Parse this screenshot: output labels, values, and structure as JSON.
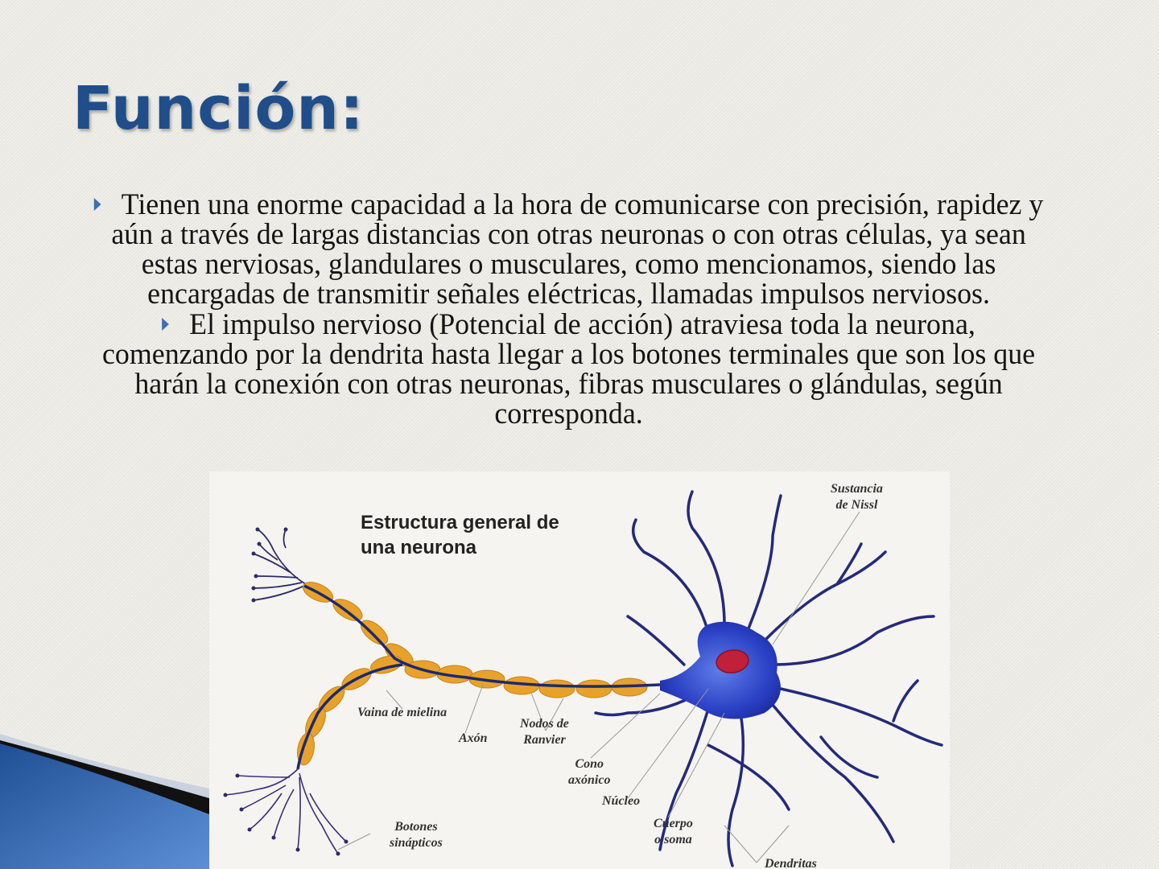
{
  "slide": {
    "title": "Función:",
    "bullets": [
      {
        "text": "Tienen una enorme capacidad a la hora de comunicarse con precisión, rapidez y aún a través de largas distancias con otras neuronas o con otras células, ya sean estas nerviosas, glandulares o musculares, como mencionamos, siendo las encargadas de transmitir señales eléctricas, llamadas impulsos nerviosos."
      },
      {
        "text": "El impulso nervioso (Potencial de acción) atraviesa toda la neurona, comenzando por la dendrita hasta llegar a los botones terminales que son los que harán la conexión con otras neuronas, fibras musculares o glándulas, según corresponda."
      }
    ],
    "bullet_icon": "triangle-right-icon",
    "colors": {
      "title": "#1f4e8a",
      "bullet": "#3c6fb3",
      "background": "#ecebe4",
      "corner_wave": "#2f63a8"
    }
  },
  "figure": {
    "title_line1": "Estructura general de",
    "title_line2": "una neurona",
    "labels": {
      "sustancia_nissl_1": "Sustancia",
      "sustancia_nissl_2": "de Nissl",
      "vaina_mielina": "Vaina de mielina",
      "axon": "Axón",
      "nodos_ranvier_1": "Nodos de",
      "nodos_ranvier_2": "Ranvier",
      "cono_axonico_1": "Cono",
      "cono_axonico_2": "axónico",
      "nucleo": "Núcleo",
      "cuerpo_soma_1": "Cuerpo",
      "cuerpo_soma_2": "o soma",
      "botones_1": "Botones",
      "botones_2": "sinápticos",
      "dendritas": "Dendritas"
    },
    "colors": {
      "soma": "#2a3fc4",
      "nucleus": "#c0203a",
      "myelin": "#e8a22a",
      "axon": "#1c2a6e"
    }
  }
}
